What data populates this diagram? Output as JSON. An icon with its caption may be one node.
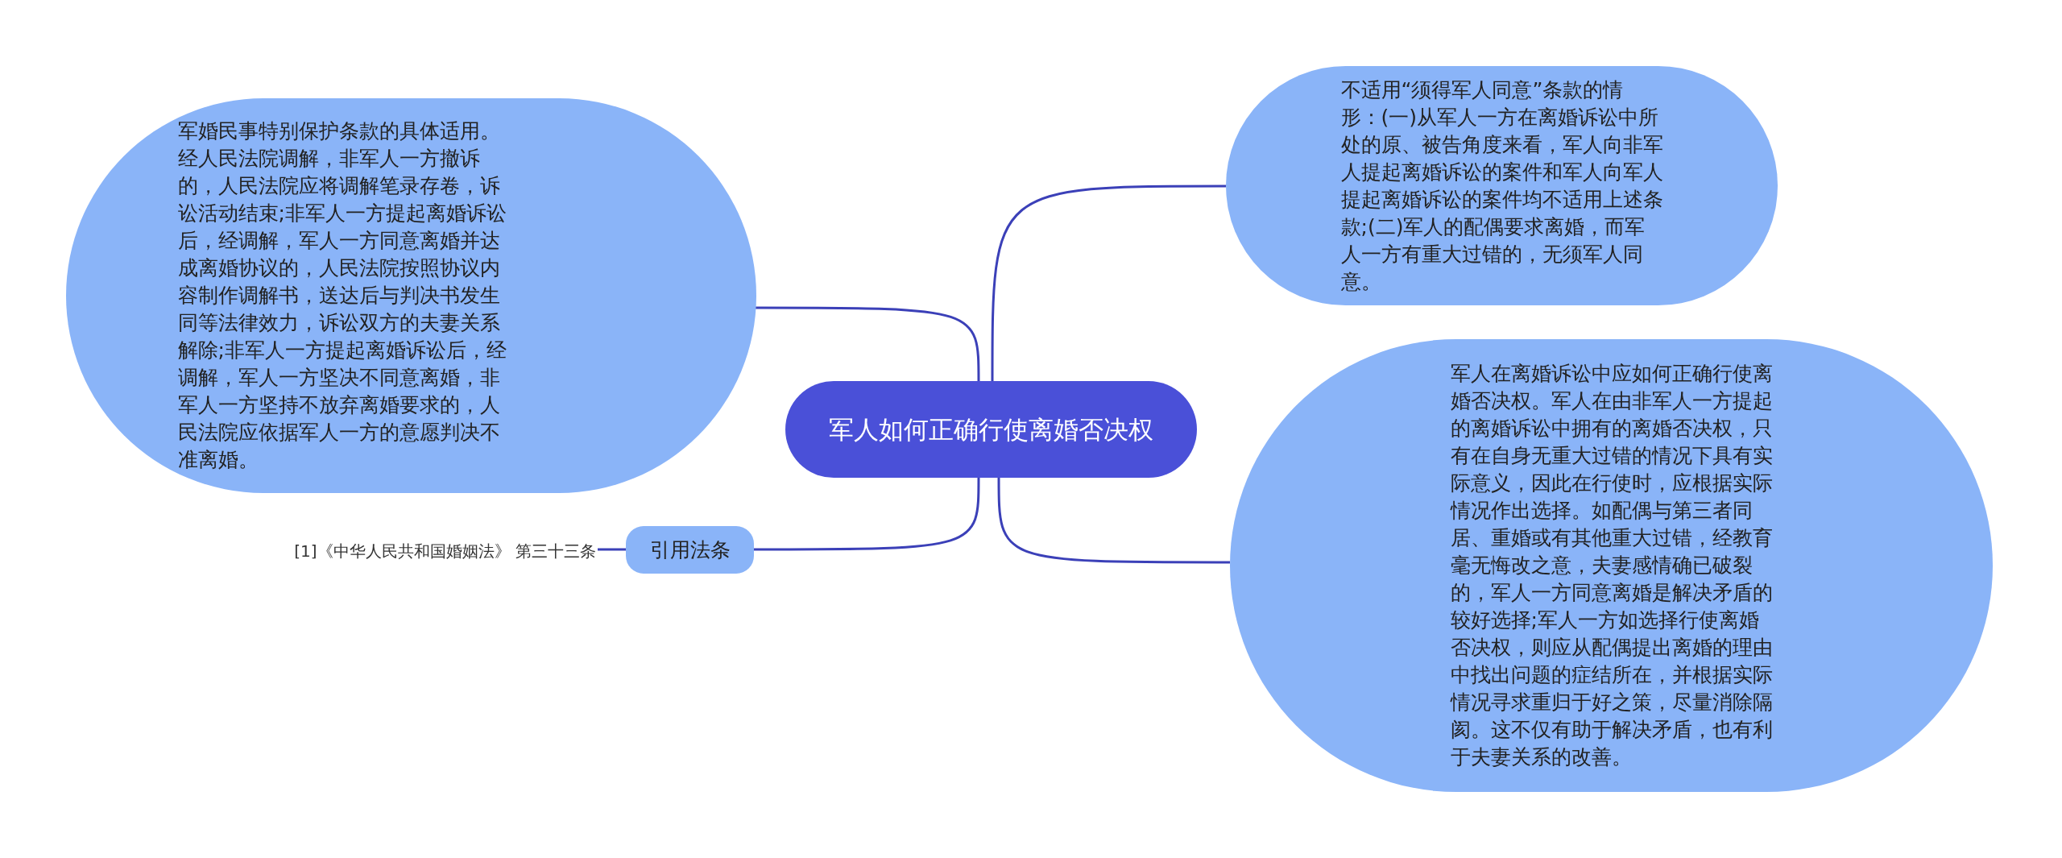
{
  "diagram": {
    "nodes": [
      {
        "text": [
          "军人如何正确行使离婚否决权"
        ]
      },
      {
        "text": [
          "军婚民事特别保护条款的具体适用。经人民法院调解，非军人一方撤诉的，人民法院应将调解笔录存卷，诉讼活动结束;非军人一方提起离婚诉讼后，经调解，军人一方同意离婚并达成离婚协议的，人民法院按照协议内容制作调解书，送达后与判决书发生同等法律效力，诉讼双方的夫妻关系解除;非军人一方提起离婚诉讼后，经调解，军人一方坚决不同意离婚，非军人一方坚持不放弃离婚要求的，人民法院应依据军人一方的意愿判决不准离婚。"
        ]
      },
      {
        "text": [
          "引用法条"
        ]
      },
      {
        "text": [
          "[1]《中华人民共和国婚姻法》 第三十三条"
        ]
      },
      {
        "text": [
          "不适用“须得军人同意”条款的情形：(一)从军人一方在离婚诉讼中所处的原、被告角度来看，军人向非军人提起离婚诉讼的案件和军人向军人提起离婚诉讼的案件均不适用上述条款;(二)军人的配偶要求离婚，而军人一方有重大过错的，无须军人同意。"
        ]
      },
      {
        "text": [
          "军人在离婚诉讼中应如何正确行使离婚否决权。军人在由非军人一方提起的离婚诉讼中拥有的离婚否决权，只有在自身无重大过错的情况下具有实际意义，因此在行使时，应根据实际情况作出选择。如配偶与第三者同居、重婚或有其他重大过错，经教育毫无悔改之意，夫妻感情确已破裂的，军人一方同意离婚是解决矛盾的较好选择;军人一方如选择行使离婚否决权，则应从配偶提出离婚的理由中找出问题的症结所在，并根据实际情况寻求重归于好之策，尽量消除隔阂。这不仅有助于解决矛盾，也有利于夫妻关系的改善。"
        ]
      }
    ],
    "edges": [
      {
        "from": 0,
        "to": 1,
        "arrow": "none"
      },
      {
        "from": 0,
        "to": 2,
        "arrow": "none"
      },
      {
        "from": 2,
        "to": 3,
        "arrow": "none"
      },
      {
        "from": 0,
        "to": 4,
        "arrow": "none"
      },
      {
        "from": 0,
        "to": 5,
        "arrow": "none"
      }
    ]
  }
}
